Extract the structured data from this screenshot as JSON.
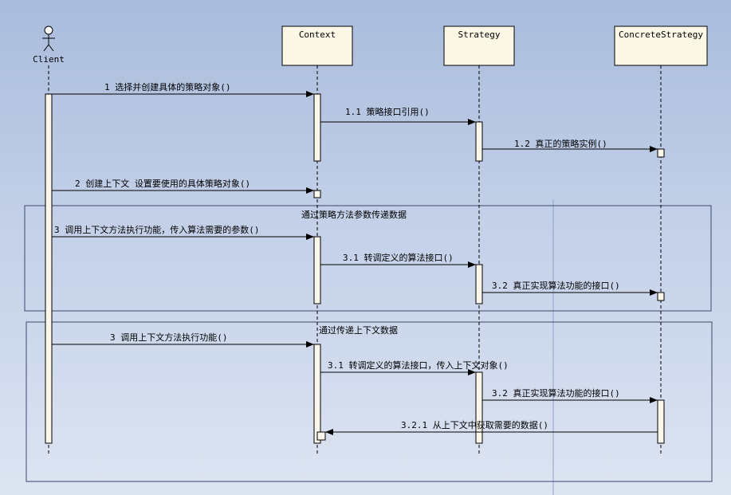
{
  "participants": {
    "client": "Client",
    "context": "Context",
    "strategy": "Strategy",
    "concrete": "ConcreteStrategy"
  },
  "fragments": {
    "f1": "通过策略方法参数传递数据",
    "f2": "通过传递上下文数据"
  },
  "messages": [
    "1 选择并创建具体的策略对象()",
    "1.1 策略接口引用()",
    "1.2 真正的策略实例()",
    "2 创建上下文 设置要使用的具体策略对象()",
    "3 调用上下文方法执行功能，传入算法需要的参数()",
    "3.1 转调定义的算法接口()",
    "3.2 真正实现算法功能的接口()",
    "3 调用上下文方法执行功能()",
    "3.1 转调定义的算法接口，传入上下文对象()",
    "3.2 真正实现算法功能的接口()",
    "3.2.1 从上下文中获取需要的数据()"
  ],
  "colors": {
    "box_fill": "#fdf7e6",
    "activation_fill": "#fbf6ea",
    "line": "#000000",
    "fragment_border": "#3a4a6b"
  }
}
